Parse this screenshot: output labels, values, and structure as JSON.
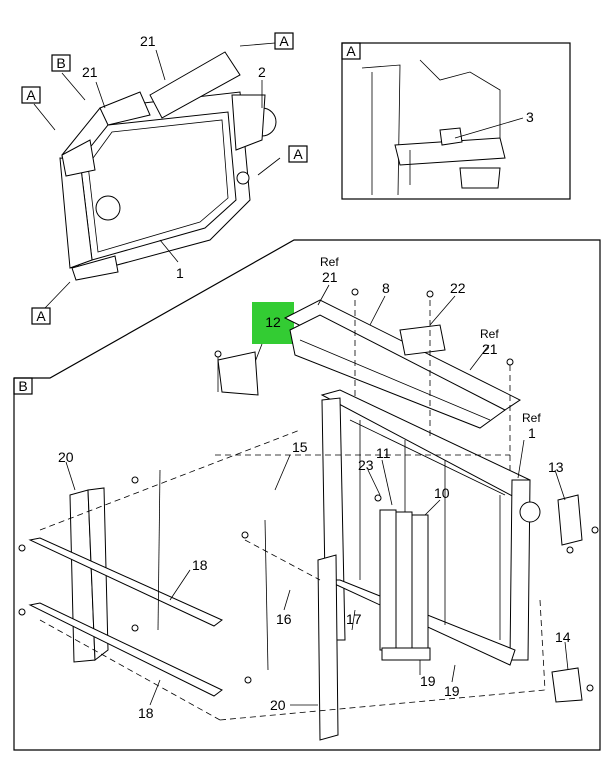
{
  "callouts": {
    "c21_top": "21",
    "c2": "2",
    "c21_left": "21",
    "c1_upper": "1",
    "c3": "3",
    "ref21_a_ref": "Ref",
    "ref21_a_num": "21",
    "c8": "8",
    "c22": "22",
    "ref21_b_ref": "Ref",
    "ref21_b_num": "21",
    "c12": "12",
    "ref1_ref": "Ref",
    "ref1_num": "1",
    "c20_left": "20",
    "c15": "15",
    "c23": "23",
    "c11": "11",
    "c10": "10",
    "c13": "13",
    "c18_upper": "18",
    "c16": "16",
    "c17": "17",
    "c14": "14",
    "c19_a": "19",
    "c19_b": "19",
    "c18_lower": "18",
    "c20_bottom": "20"
  },
  "view_tags": {
    "a1": "A",
    "a2": "A",
    "a3": "A",
    "a4": "A",
    "b1": "B",
    "inset_a": "A",
    "inset_b": "B"
  },
  "highlight_color": "#33cc33"
}
